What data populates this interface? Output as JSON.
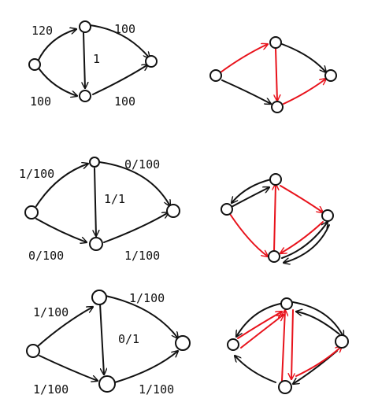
{
  "colors": {
    "ink": "#111111",
    "highlight": "#e8121b"
  },
  "panels": [
    {
      "id": "top-left",
      "labels": [
        "120",
        "100",
        "1",
        "100",
        "100"
      ],
      "edge_colors": [
        "ink",
        "ink",
        "ink",
        "ink",
        "ink"
      ]
    },
    {
      "id": "top-right",
      "edge_colors": [
        "highlight",
        "ink",
        "highlight",
        "ink",
        "highlight"
      ]
    },
    {
      "id": "middle-left",
      "labels": [
        "1/100",
        "0/100",
        "1/1",
        "0/100",
        "1/100"
      ],
      "edge_colors": [
        "ink",
        "ink",
        "ink",
        "ink",
        "ink"
      ]
    },
    {
      "id": "middle-right",
      "edge_colors": [
        "ink",
        "ink",
        "highlight",
        "highlight",
        "highlight",
        "highlight",
        "ink",
        "ink"
      ]
    },
    {
      "id": "bottom-left",
      "labels": [
        "1/100",
        "1/100",
        "0/1",
        "1/100",
        "1/100"
      ],
      "edge_colors": [
        "ink",
        "ink",
        "ink",
        "ink",
        "ink"
      ]
    },
    {
      "id": "bottom-right",
      "edge_colors": [
        "highlight",
        "ink",
        "highlight",
        "ink",
        "highlight",
        "highlight",
        "ink",
        "ink",
        "ink",
        "highlight"
      ]
    }
  ]
}
